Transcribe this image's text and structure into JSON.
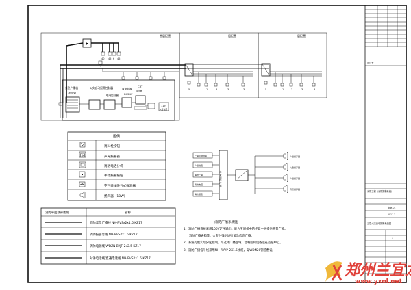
{
  "sections": {
    "first_floor": "首层配置",
    "middle_floors": "层配置",
    "standard_floor": "层配置"
  },
  "room": {
    "broadcast_amp": "紧急广播机",
    "broadcast_power": "300W",
    "alarm_host": "火灾自动报警控制器",
    "linkage": "联动控制器",
    "power_unit": "直流电源",
    "power_spec": "DC24V",
    "crt": "CRT",
    "crt_sub": "显示器",
    "fire_phone": "119",
    "fire_phone_sub": "火警电话"
  },
  "misc_labels": {
    "switch": "F",
    "upper_labels": [
      "40",
      "45",
      "6",
      "45"
    ],
    "device_7": "7",
    "mid_nums": [
      "5",
      "1",
      "3",
      "3",
      "3"
    ],
    "right_nums": [
      "5",
      "1",
      "3",
      "3",
      "3"
    ]
  },
  "legend": {
    "title": "图例",
    "items": [
      {
        "icon": "hydrant-button-icon",
        "label": "消火栓按钮"
      },
      {
        "icon": "sounder-alarm-icon",
        "label": "声光报警器"
      },
      {
        "icon": "phone-extension-icon",
        "label": "消防电话分机"
      },
      {
        "icon": "manual-alarm-icon",
        "label": "手动报警按钮"
      },
      {
        "icon": "smoke-detector-icon",
        "label": "空气采样吸气式探测器"
      },
      {
        "icon": "speaker-icon",
        "label": "扬声器（10W）"
      }
    ]
  },
  "wiring_table": {
    "header_left": "消防平面线形图例",
    "header_right": "名称",
    "rows": [
      "消防紧急广播线 NH-RVSx2x1.5 KZ17",
      "消防报警总线 NH-RVS2x1.5 KZ17",
      "消防电源线 WDZN-BYJF-2x2.5 KZ17",
      "对讲电话线/直通电话线 NH-RVS2x1.5 KZ17"
    ]
  },
  "broadcast": {
    "title": "消防广播系统图",
    "left_labels": [
      "广播控制线路",
      "广播线路",
      "消防广播",
      "消防电话",
      "消防报警"
    ],
    "core_label": "主 备 消 防 广 播",
    "right_labels": [
      "广播扬声器",
      "火警扬声器",
      "广播扬声器",
      "背景扬声器"
    ],
    "notes": [
      "1、消防广播系统采用100V定压输出，能为五层楼中的任意一层提供背景广播。",
      "消防广播通知等、火灾时强制进行紧急信息广播。",
      "2、系统可能实现分区控制，可选择广播区域，音响控制设备设在首层中心。",
      "3、消防广播信号线采用NH-RVVP-2X1.5线缆，穿WDN20钢管敷设。"
    ]
  },
  "title_block": {
    "rows_top": [
      "",
      "",
      "",
      "",
      "",
      "",
      "",
      "",
      "",
      "",
      "",
      ""
    ],
    "design_note": "设计号",
    "project": "消防工程（消防报警系统）",
    "drawing_no": "电施-01",
    "date": "2011.3",
    "drawing_title": "三层火灾自动报警系统图",
    "sheet_no": "1"
  },
  "watermark": {
    "brand": "郑州兰宜龙",
    "url": "www.yxol.net"
  }
}
